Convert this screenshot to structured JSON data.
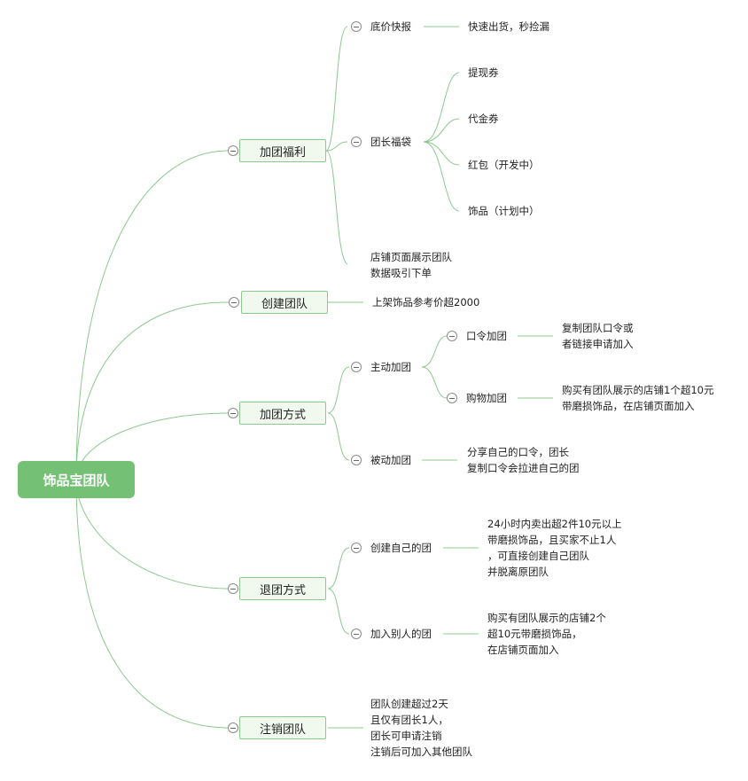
{
  "root": {
    "label": "饰品宝团队"
  },
  "branches": {
    "join_benefits": {
      "label": "加团福利",
      "children": {
        "low_price": {
          "label": "底价快报",
          "detail": "快速出货，秒捡漏"
        },
        "lucky_bag": {
          "label": "团长福袋",
          "items": [
            "提现券",
            "代金券",
            "红包（开发中）",
            "饰品（计划中）"
          ]
        },
        "store_page": {
          "label": "店铺页面展示团队\n数据吸引下单"
        }
      }
    },
    "create_team": {
      "label": "创建团队",
      "detail": "上架饰品参考价超2000"
    },
    "join_methods": {
      "label": "加团方式",
      "children": {
        "active": {
          "label": "主动加团",
          "code": {
            "label": "口令加团",
            "detail": "复制团队口令或\n者链接申请加入"
          },
          "purchase": {
            "label": "购物加团",
            "detail": "购买有团队展示的店铺1个超10元\n带磨损饰品，在店铺页面加入"
          }
        },
        "passive": {
          "label": "被动加团",
          "detail": "分享自己的口令，团长\n复制口令会拉进自己的团"
        }
      }
    },
    "leave_methods": {
      "label": "退团方式",
      "children": {
        "create_own": {
          "label": "创建自己的团",
          "detail": "24小时内卖出超2件10元以上\n带磨损饰品，且买家不止1人\n，可直接创建自己团队\n并脱离原团队"
        },
        "join_other": {
          "label": "加入别人的团",
          "detail": "购买有团队展示的店铺2个\n超10元带磨损饰品，\n在店铺页面加入"
        }
      }
    },
    "cancel_team": {
      "label": "注销团队",
      "detail": "团队创建超过2天\n且仅有团长1人，\n团长可申请注销\n注销后可加入其他团队"
    }
  },
  "colors": {
    "root": "#74c176",
    "line": "#8cc98e",
    "box_fill": "#f1f8ee"
  }
}
